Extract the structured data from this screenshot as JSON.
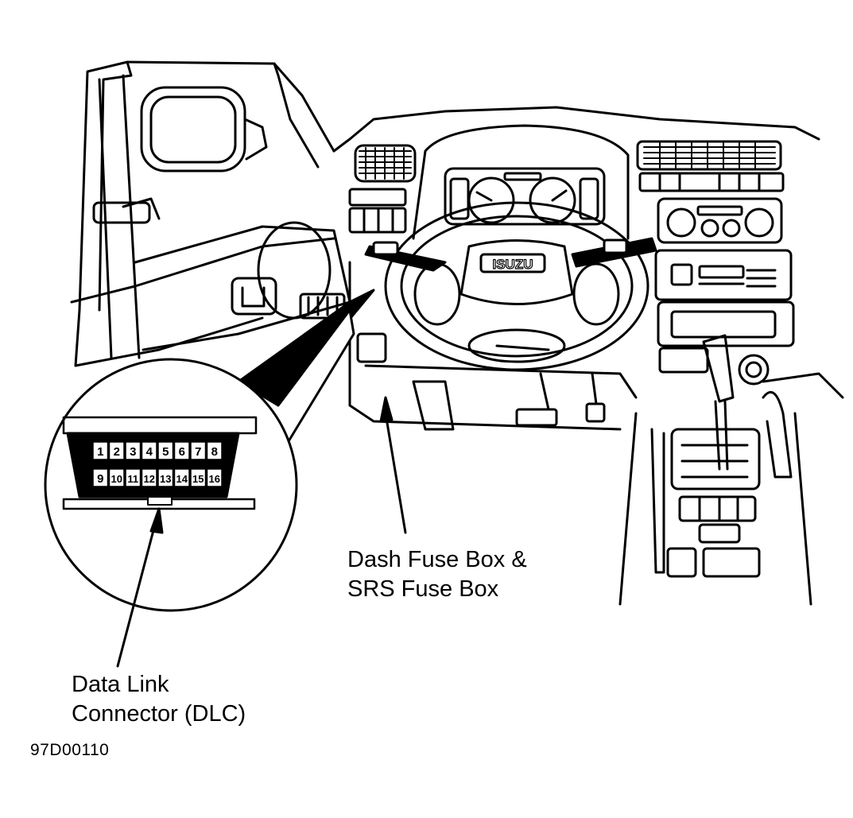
{
  "labels": {
    "fuse_box_line1": "Dash Fuse Box &",
    "fuse_box_line2": "SRS Fuse Box",
    "dlc_line1": "Data Link",
    "dlc_line2": "Connector (DLC)",
    "figure_id": "97D00110"
  },
  "steering_wheel_badge": "ISUZU",
  "dlc_pins": {
    "top_row": [
      "1",
      "2",
      "3",
      "4",
      "5",
      "6",
      "7",
      "8"
    ],
    "bottom_row": [
      "9",
      "10",
      "11",
      "12",
      "13",
      "14",
      "15",
      "16"
    ]
  }
}
